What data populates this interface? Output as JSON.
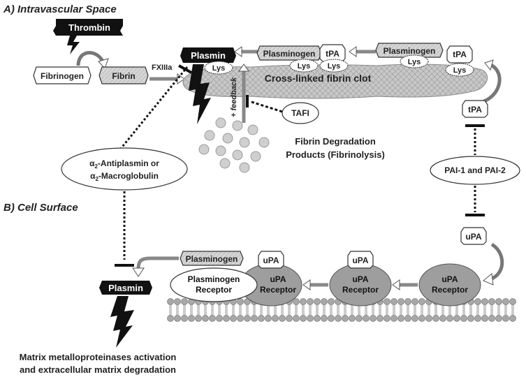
{
  "sections": {
    "intravascular": "A) Intravascular Space",
    "cell_surface": "B) Cell Surface"
  },
  "nodes": {
    "thrombin": "Thrombin",
    "fibrinogen": "Fibrinogen",
    "fibrin": "Fibrin",
    "fxiiia": "FXIIIa",
    "plasmin_top": "Plasmin",
    "lys": "Lys",
    "plasminogen": "Plasminogen",
    "tpa": "tPA",
    "clot": "Cross-linked fibrin clot",
    "feedback": "+ feedback",
    "tafi": "TAFI",
    "fdp_line1": "Fibrin Degradation",
    "fdp_line2": "Products (Fibrinolysis)",
    "antiplasmin_line1_a": "α",
    "antiplasmin_line1_sub": "2",
    "antiplasmin_line1_b": "-Antiplasmin  or",
    "antiplasmin_line2_a": "α",
    "antiplasmin_line2_sub": "2",
    "antiplasmin_line2_b": "-Macroglobulin",
    "pai": "PAI-1 and PAI-2",
    "upa": "uPA",
    "plasminogen_receptor_1": "Plasminogen",
    "plasminogen_receptor_2": "Receptor",
    "upa_receptor_1": "uPA",
    "upa_receptor_2": "Receptor",
    "plasmin_bottom": "Plasmin",
    "mmp_line1": "Matrix metalloproteinases activation",
    "mmp_line2": "and extracellular matrix degradation"
  }
}
